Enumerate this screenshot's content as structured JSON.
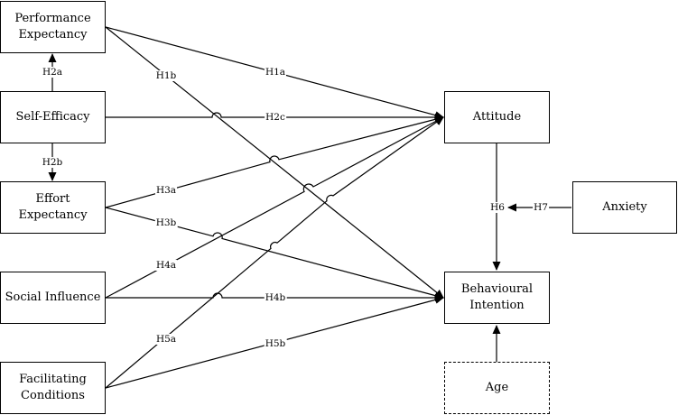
{
  "constructs": {
    "performance_expectancy": "Performance\nExpectancy",
    "self_efficacy": "Self-Efficacy",
    "effort_expectancy": "Effort\nExpectancy",
    "social_influence": "Social Influence",
    "facilitating_conditions": "Facilitating\nConditions",
    "attitude": "Attitude",
    "behavioural_intention": "Behavioural\nIntention",
    "anxiety": "Anxiety",
    "age": "Age"
  },
  "hypotheses": {
    "h1a": "H1a",
    "h1b": "H1b",
    "h2a": "H2a",
    "h2b": "H2b",
    "h2c": "H2c",
    "h3a": "H3a",
    "h3b": "H3b",
    "h4a": "H4a",
    "h4b": "H4b",
    "h5a": "H5a",
    "h5b": "H5b",
    "h6": "H6",
    "h7": "H7"
  }
}
